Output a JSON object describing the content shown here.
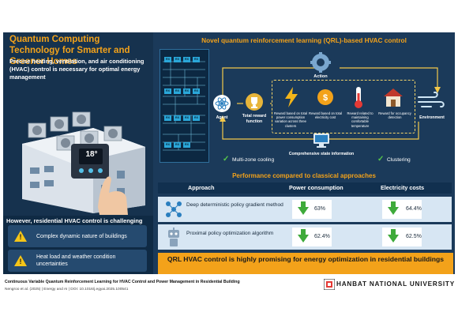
{
  "left": {
    "title": "Quantum Computing Technology for Smarter and Greener Homes",
    "subtitle": "Precise heating, ventilation, and air conditioning (HVAC) control is necessary for optimal energy management",
    "thermostat": "18°",
    "challenge_heading": "However, residential HVAC control is challenging",
    "challenges": [
      "Complex dynamic nature of buildings",
      "Heat load and weather condition uncertainties"
    ]
  },
  "main": {
    "title": "Novel quantum reinforcement learning (QRL)-based HVAC control",
    "cell_label": "RX",
    "action_label": "Action",
    "agent_label": "Agent",
    "total_reward_label": "Total reward function",
    "environment_label": "Environment",
    "rewards": [
      "Reward based on total power consumption variation across three clusters",
      "Reward based on total electricity cost",
      "Reward related to maintaining comfortable temperature",
      "Reward for occupancy detection"
    ],
    "multi_zone": "Multi-zone cooling",
    "state_info": "Comprehensive state information",
    "clustering": "Clustering"
  },
  "performance": {
    "title": "Performance compared to classical approaches",
    "headers": [
      "Approach",
      "Power consumption",
      "Electricity costs"
    ],
    "rows": [
      {
        "approach": "Deep deterministic policy gradient method",
        "power": "63%",
        "cost": "64.4%"
      },
      {
        "approach": "Proximal policy optimization algorithm",
        "power": "62.4%",
        "cost": "62.5%"
      }
    ]
  },
  "banner": "QRL HVAC control is highly promising for energy optimization in residential buildings",
  "footer": {
    "paper_title": "Continuous Variable Quantum Reinforcement Learning for HVAC Control and Power Management in Residential Building",
    "citation": "Nengroo et al. (2025)  |  Energy and AI  |  DOI: 10.1016/j.egyai.2025.100541",
    "university": "HANBAT NATIONAL UNIVERSITY"
  },
  "colors": {
    "accent": "#f3a21a",
    "navy": "#1b3a5a",
    "green": "#3eaa3a"
  }
}
